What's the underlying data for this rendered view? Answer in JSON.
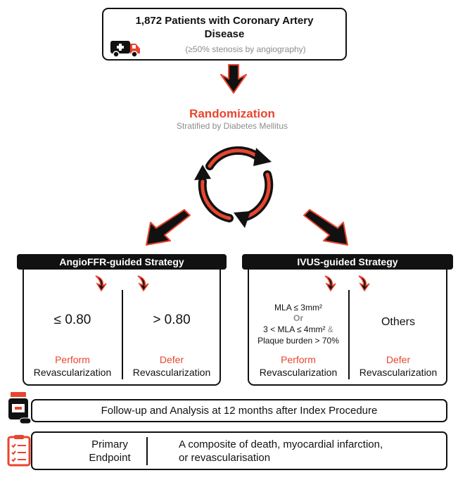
{
  "top_box": {
    "title_line1": "1,872 Patients with Coronary Artery",
    "title_line2": "Disease",
    "subtitle": "(≥50% stenosis by angiography)",
    "icon": "ambulance-icon"
  },
  "randomization": {
    "title": "Randomization",
    "subtitle": "Stratified by Diabetes Mellitus",
    "icon": "circular-arrows-icon"
  },
  "left_arm": {
    "header": "AngioFFR-guided Strategy",
    "left_value": "≤ 0.80",
    "right_value": "> 0.80",
    "left_action": "Perform",
    "left_action_sub": "Revascularization",
    "right_action": "Defer",
    "right_action_sub": "Revascularization"
  },
  "right_arm": {
    "header": "IVUS-guided Strategy",
    "criteria_line1": "MLA ≤ 3mm²",
    "criteria_or": "Or",
    "criteria_line3a": "3 < MLA ≤ 4mm²",
    "criteria_amp": "&",
    "criteria_line4": "Plaque burden > 70%",
    "right_value": "Others",
    "left_action": "Perform",
    "left_action_sub": "Revascularization",
    "right_action": "Defer",
    "right_action_sub": "Revascularization"
  },
  "followup": {
    "text": "Follow-up and Analysis at 12 months after Index Procedure",
    "icon": "medicine-bottle-icon"
  },
  "endpoint": {
    "label_line1": "Primary",
    "label_line2": "Endpoint",
    "text_line1": "A composite of death, myocardial infarction,",
    "text_line2": "or revascularisation",
    "icon": "checklist-icon"
  },
  "colors": {
    "accent": "#e8452f",
    "dark": "#111111",
    "grey": "#8c8c8c"
  }
}
